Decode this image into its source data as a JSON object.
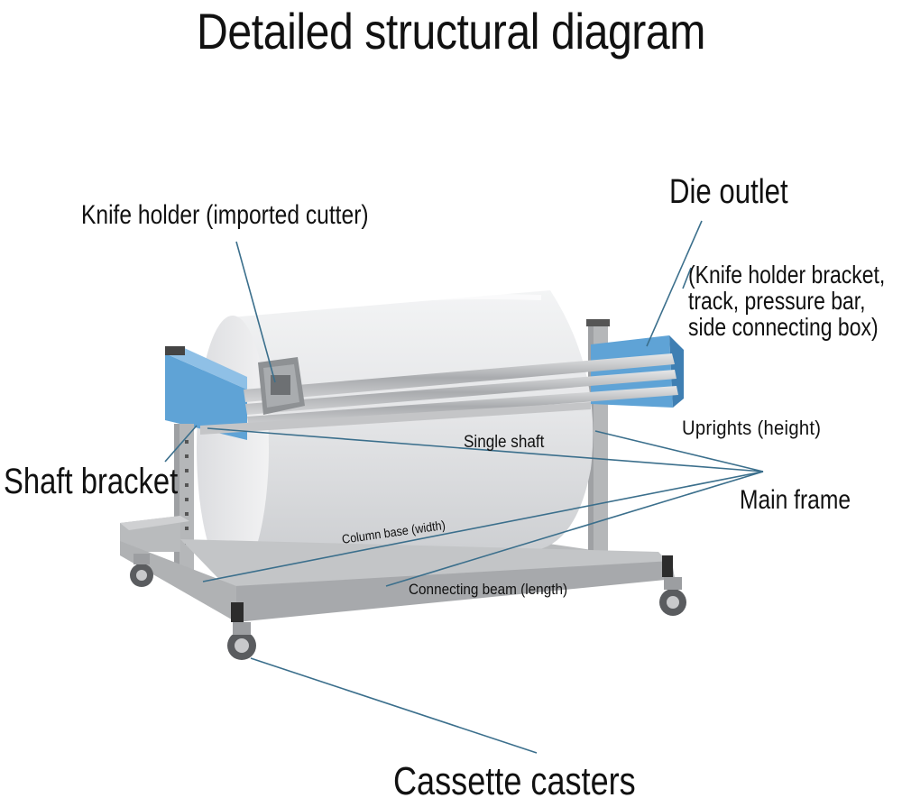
{
  "title": "Detailed structural diagram",
  "labels": {
    "knife_holder": "Knife holder (imported cutter)",
    "die_outlet": "Die outlet",
    "die_outlet_note": [
      "(Knife holder bracket,",
      "track, pressure bar,",
      "side connecting box)"
    ],
    "uprights": "Uprights (height)",
    "single_shaft": "Single shaft",
    "shaft_bracket": "Shaft bracket",
    "main_frame": "Main frame",
    "column_base": "Column base (width)",
    "connecting_beam": "Connecting beam (length)",
    "cassette_casters": "Cassette casters"
  },
  "colors": {
    "leader_line": "#3b6f8c",
    "frame_gray": "#b4b6b8",
    "bracket_blue": "#5fa3d6",
    "roll_white": "#e7e8ea"
  }
}
